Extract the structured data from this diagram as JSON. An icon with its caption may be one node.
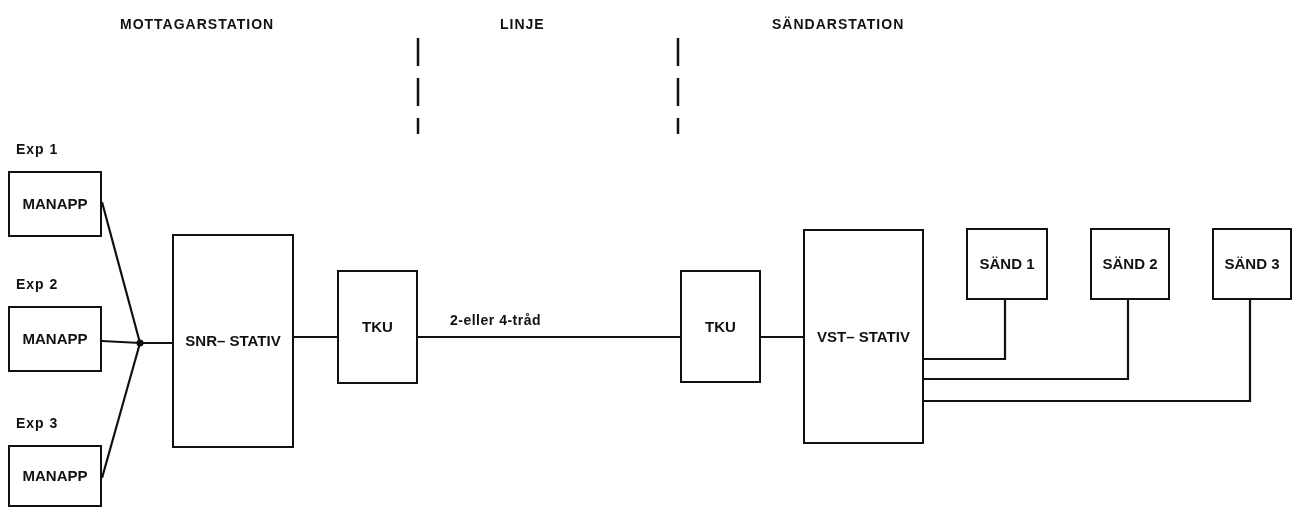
{
  "diagram": {
    "nodes": [
      {
        "text": [
          "Exp 1",
          "MANAPP"
        ]
      },
      {
        "text": [
          "Exp 2",
          "MANAPP"
        ]
      },
      {
        "text": [
          "Exp 3",
          "MANAPP"
        ]
      },
      {
        "text": [
          "SNR– STATIV"
        ]
      },
      {
        "text": [
          "TKU"
        ]
      },
      {
        "text": [
          "TKU"
        ]
      },
      {
        "text": [
          "VST– STATIV"
        ]
      },
      {
        "text": [
          "SÄND 1"
        ]
      },
      {
        "text": [
          "SÄND 2"
        ]
      },
      {
        "text": [
          "SÄND 3"
        ]
      }
    ],
    "edges": [
      {
        "from": 0,
        "to": 3,
        "arrow": "none"
      },
      {
        "from": 1,
        "to": 3,
        "arrow": "none"
      },
      {
        "from": 2,
        "to": 3,
        "arrow": "none"
      },
      {
        "from": 3,
        "to": 4,
        "arrow": "none"
      },
      {
        "from": 4,
        "to": 5,
        "arrow": "none",
        "label": "2-eller 4-tråd"
      },
      {
        "from": 5,
        "to": 6,
        "arrow": "none"
      },
      {
        "from": 6,
        "to": 7,
        "arrow": "none"
      },
      {
        "from": 6,
        "to": 8,
        "arrow": "none"
      },
      {
        "from": 6,
        "to": 9,
        "arrow": "none"
      }
    ],
    "labels": [
      "MOTTAGARSTATION",
      "LINJE",
      "SÄNDARSTATION"
    ]
  }
}
